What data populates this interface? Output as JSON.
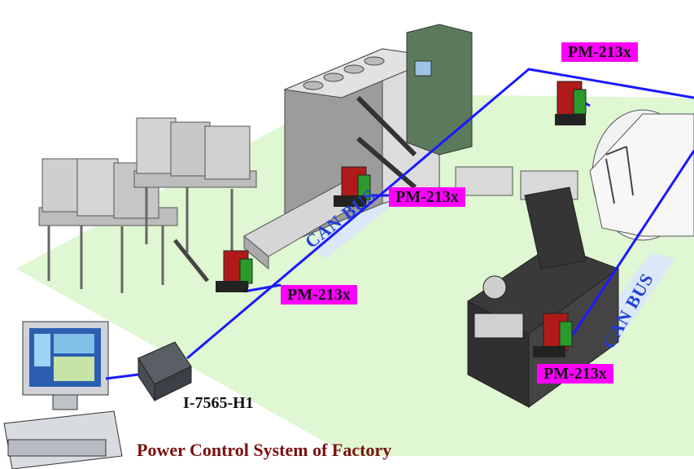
{
  "title": "Power Control System of Factory",
  "modules": {
    "top_right": "PM-213x",
    "middle": "PM-213x",
    "left": "PM-213x",
    "bottom_right": "PM-213x"
  },
  "converter": "I-7565-H1",
  "bus_left": "CAN BUS",
  "bus_right": "CAN BUS",
  "colors": {
    "bus": "#1a1aff",
    "tag": "#ff00ff",
    "floor": "#d9f5c9",
    "title": "#7a1010"
  }
}
